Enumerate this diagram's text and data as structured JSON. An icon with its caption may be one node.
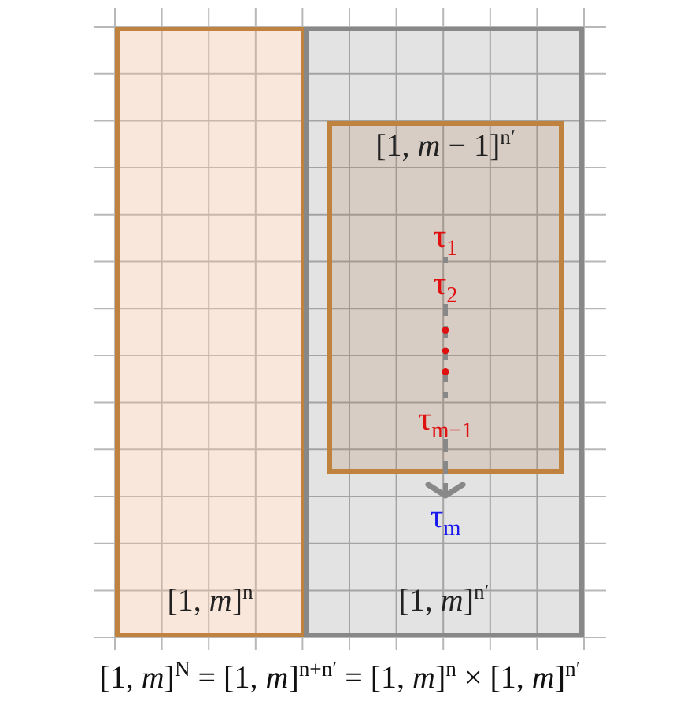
{
  "diagram": {
    "nodes": [
      {
        "text": [
          "[1, *m*]$^{n}$"
        ]
      },
      {
        "text": [
          "[1, *m*]$^{n′}$"
        ]
      },
      {
        "text": [
          "[1, *m* − 1]$^{n′}$"
        ],
        "in": 1
      },
      {
        "text": [
          "τ$_{1}$"
        ],
        "in": 2
      },
      {
        "text": [
          "τ$_{2}$"
        ],
        "in": 2
      },
      {
        "text": [
          "τ$_{m−1}$"
        ],
        "in": 2
      },
      {
        "text": [
          "τ$_{m}$"
        ],
        "in": 1
      }
    ],
    "edges": [
      {
        "from": 3,
        "to": 4,
        "arrow": "none",
        "style": "dashed"
      },
      {
        "from": 4,
        "to": 5,
        "arrow": "none",
        "style": "dashed"
      },
      {
        "from": 5,
        "to": 6,
        "arrow": "to",
        "style": "dashed"
      }
    ],
    "labels": [
      "[1, *m*]$^{N}$ = [1, *m*]$^{n+n′}$ = [1, *m*]$^{n}$ × [1, *m*]$^{n′}$"
    ]
  }
}
